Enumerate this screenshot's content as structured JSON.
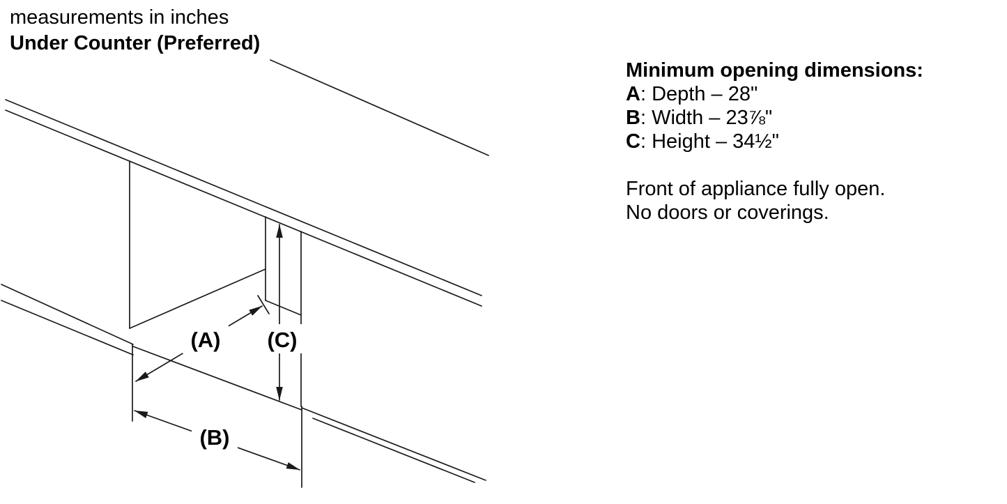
{
  "header": {
    "note": "measurements in inches",
    "title": "Under Counter (Preferred)"
  },
  "diagram": {
    "label_a": "(A)",
    "label_b": "(B)",
    "label_c": "(C)"
  },
  "specs": {
    "heading": "Minimum opening dimensions:",
    "items": [
      {
        "key": "A",
        "text": ": Depth – 28\""
      },
      {
        "key": "B",
        "text": ": Width – 23⅞\""
      },
      {
        "key": "C",
        "text": ": Height – 34½\""
      }
    ],
    "notes": [
      "Front of appliance fully open.",
      "No doors or coverings."
    ]
  },
  "colors": {
    "line": "#1a1a1a",
    "text": "#000000",
    "background": "#ffffff"
  }
}
